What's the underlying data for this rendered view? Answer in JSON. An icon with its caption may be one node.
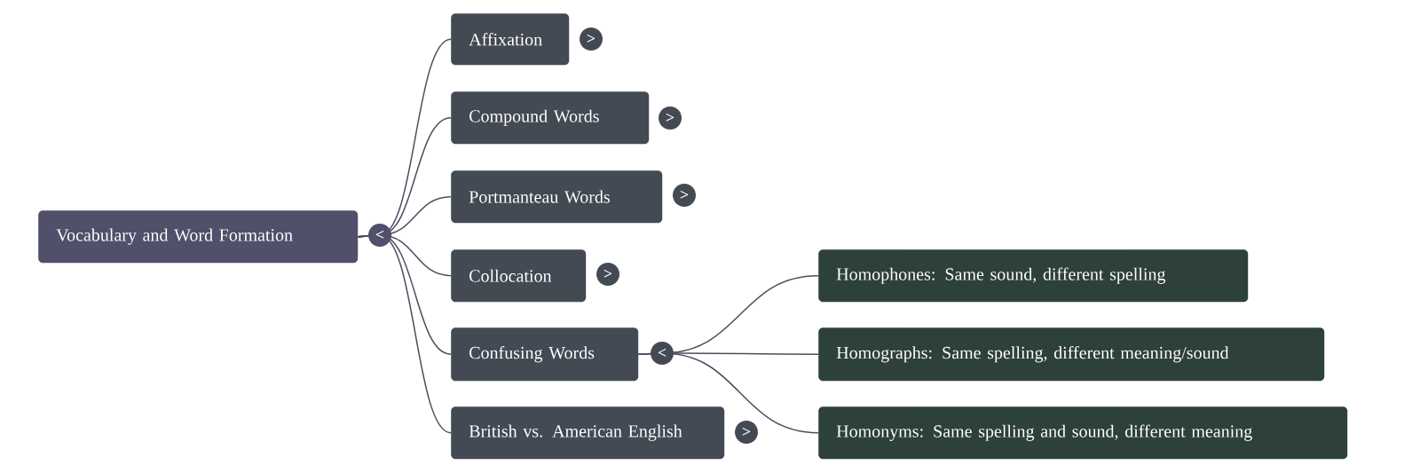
{
  "diagram": {
    "nodes": [
      {
        "text": [
          "Vocabulary and Word Formation"
        ]
      },
      {
        "text": [
          "Affixation"
        ]
      },
      {
        "text": [
          "Compound Words"
        ]
      },
      {
        "text": [
          "Portmanteau Words"
        ]
      },
      {
        "text": [
          "Collocation"
        ]
      },
      {
        "text": [
          "Confusing Words"
        ]
      },
      {
        "text": [
          "British vs. American English"
        ]
      },
      {
        "text": [
          "Homophones: Same sound, different spelling"
        ]
      },
      {
        "text": [
          "Homographs: Same spelling, different meaning/sound"
        ]
      },
      {
        "text": [
          "Homonyms: Same spelling and sound, different meaning"
        ]
      }
    ],
    "edges": [
      {
        "from": 0,
        "to": 1,
        "arrow": "none"
      },
      {
        "from": 0,
        "to": 2,
        "arrow": "none"
      },
      {
        "from": 0,
        "to": 3,
        "arrow": "none"
      },
      {
        "from": 0,
        "to": 4,
        "arrow": "none"
      },
      {
        "from": 0,
        "to": 5,
        "arrow": "none"
      },
      {
        "from": 0,
        "to": 6,
        "arrow": "none"
      },
      {
        "from": 5,
        "to": 7,
        "arrow": "none"
      },
      {
        "from": 5,
        "to": 8,
        "arrow": "none"
      },
      {
        "from": 5,
        "to": 9,
        "arrow": "none"
      }
    ],
    "labels": [
      "<",
      ">",
      ">",
      ">",
      ">",
      "<",
      ">"
    ]
  }
}
